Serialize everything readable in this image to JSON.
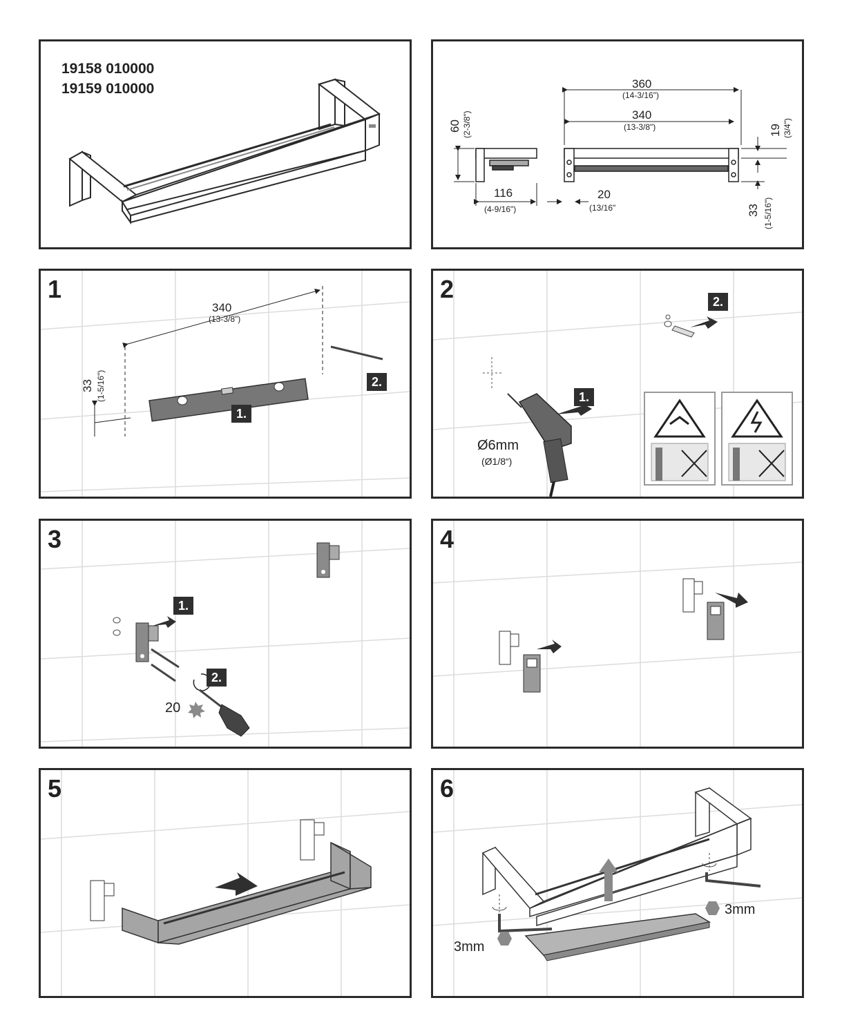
{
  "header": {
    "model_1": "19158 010000",
    "model_2": "19159 010000"
  },
  "dimensions": {
    "total_length": "360",
    "total_length_in": "(14-3/16\")",
    "hole_distance": "340",
    "hole_distance_in": "(13-3/8\")",
    "height": "60",
    "height_in": "(2-3/8\")",
    "depth": "116",
    "depth_in": "(4-9/16\")",
    "wall_offset": "20",
    "wall_offset_in": "(13/16\"",
    "bracket": "19",
    "bracket_in": "(3/4\")",
    "hole_drop": "33",
    "hole_drop_in": "(1-5/16\")"
  },
  "steps": [
    {
      "number": "1",
      "dim_main": "340",
      "dim_main_in": "(13-3/8\")",
      "dim_side": "33",
      "dim_side_in": "(1-5/16\")",
      "tag_1": "1.",
      "tag_2": "2."
    },
    {
      "number": "2",
      "tag_1": "1.",
      "tag_2": "2.",
      "drill_size": "Ø6mm",
      "drill_size_in": "(Ø1/8“)"
    },
    {
      "number": "3",
      "tag_1": "1.",
      "tag_2": "2.",
      "torx": "20"
    },
    {
      "number": "4"
    },
    {
      "number": "5"
    },
    {
      "number": "6",
      "hex_left": "3mm",
      "hex_right": "3mm"
    }
  ],
  "colors": {
    "frame": "#2a2a2a",
    "tile_line": "#dcdcdc",
    "tag_bg": "#2f2f2f",
    "part_gray": "#8a8a8a"
  }
}
